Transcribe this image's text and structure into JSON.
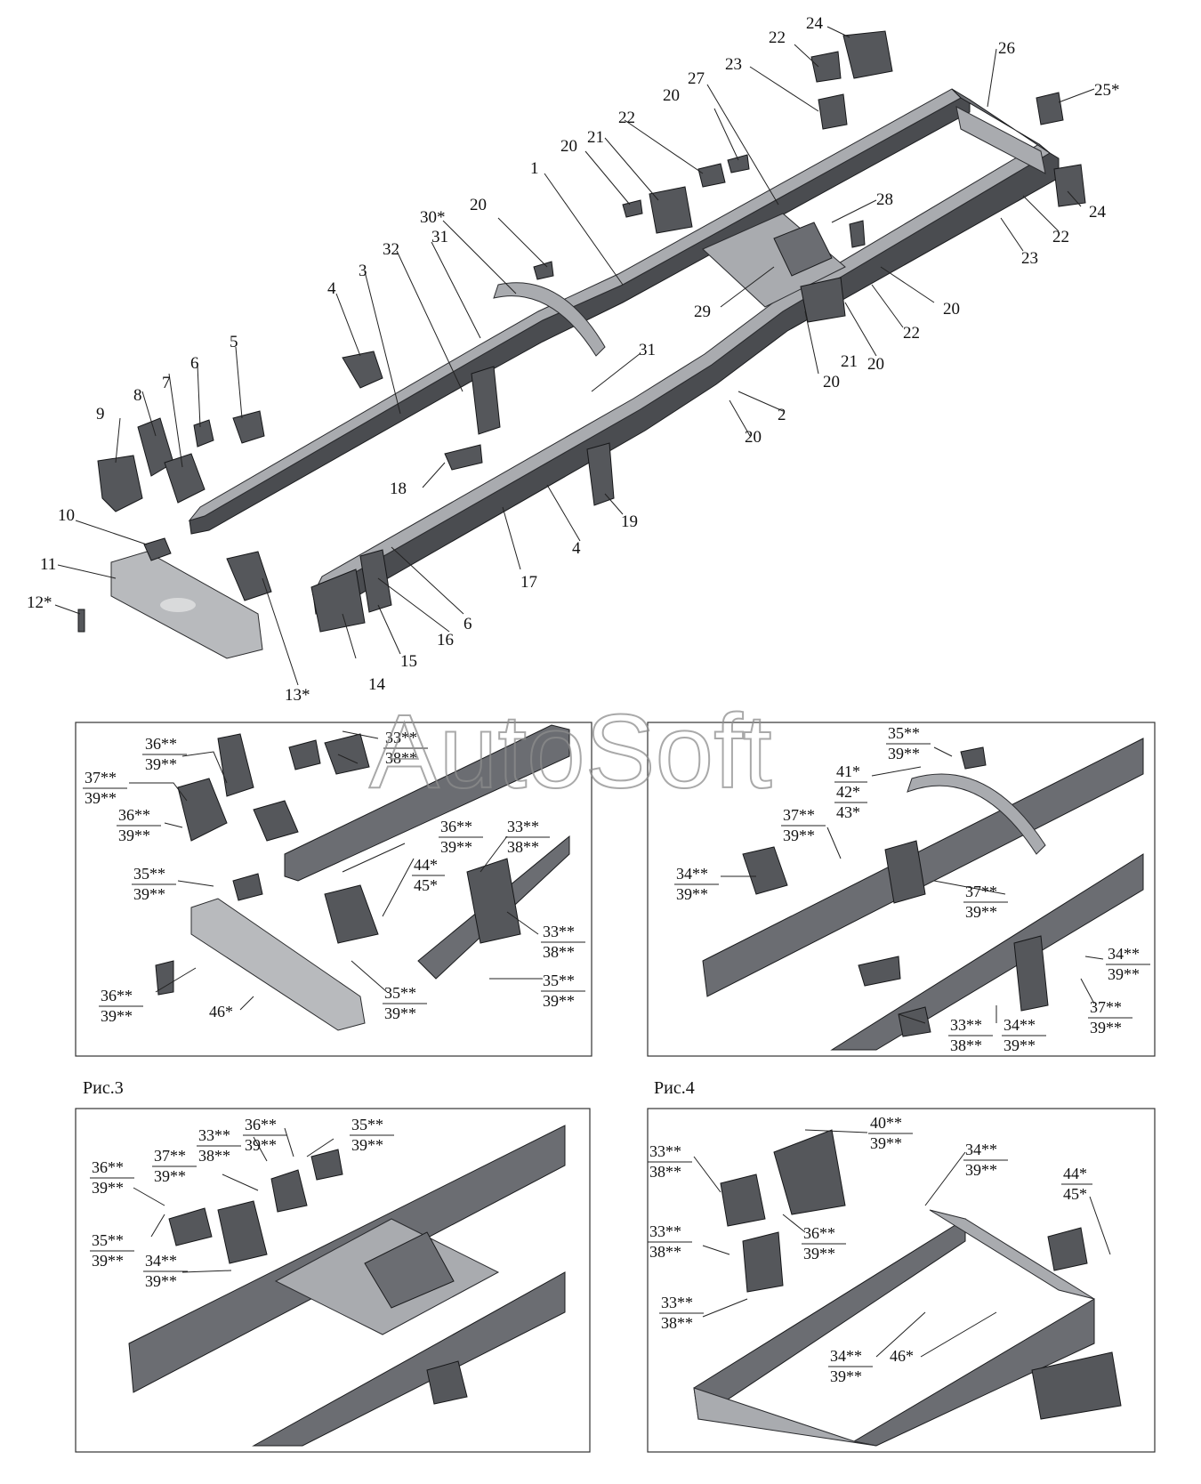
{
  "watermark": "AutoSoft",
  "captions": {
    "fig3": "Рис.3",
    "fig4": "Рис.4"
  },
  "main_labels": [
    "1",
    "2",
    "3",
    "4",
    "4",
    "5",
    "6",
    "6",
    "7",
    "8",
    "9",
    "10",
    "11",
    "12*",
    "13*",
    "14",
    "15",
    "16",
    "17",
    "18",
    "19",
    "20",
    "20",
    "20",
    "20",
    "20",
    "20",
    "20",
    "21",
    "21",
    "22",
    "22",
    "22",
    "22",
    "23",
    "23",
    "24",
    "24",
    "25*",
    "26",
    "27",
    "28",
    "29",
    "30*",
    "31",
    "31",
    "32"
  ],
  "panel_fig1": {
    "labels": [
      "36**",
      "39**",
      "37**",
      "39**",
      "36**",
      "39**",
      "33**",
      "38**",
      "36**",
      "39**",
      "33**",
      "38**",
      "44*",
      "45*",
      "35**",
      "39**",
      "33**",
      "38**",
      "35**",
      "39**",
      "36**",
      "39**",
      "46*",
      "35**",
      "39**"
    ]
  },
  "panel_fig2": {
    "labels": [
      "35**",
      "39**",
      "41*",
      "42*",
      "43*",
      "37**",
      "39**",
      "34**",
      "39**",
      "37**",
      "39**",
      "34**",
      "39**",
      "37**",
      "39**",
      "33**",
      "38**",
      "34**",
      "39**"
    ]
  },
  "panel_fig3": {
    "labels": [
      "33**",
      "38**",
      "36**",
      "39**",
      "35**",
      "39**",
      "36**",
      "39**",
      "37**",
      "39**",
      "35**",
      "39**",
      "34**",
      "39**"
    ]
  },
  "panel_fig4": {
    "labels": [
      "40**",
      "39**",
      "33**",
      "38**",
      "34**",
      "39**",
      "44*",
      "45*",
      "33**",
      "38**",
      "36**",
      "39**",
      "33**",
      "38**",
      "34**",
      "39**",
      "46*"
    ]
  }
}
